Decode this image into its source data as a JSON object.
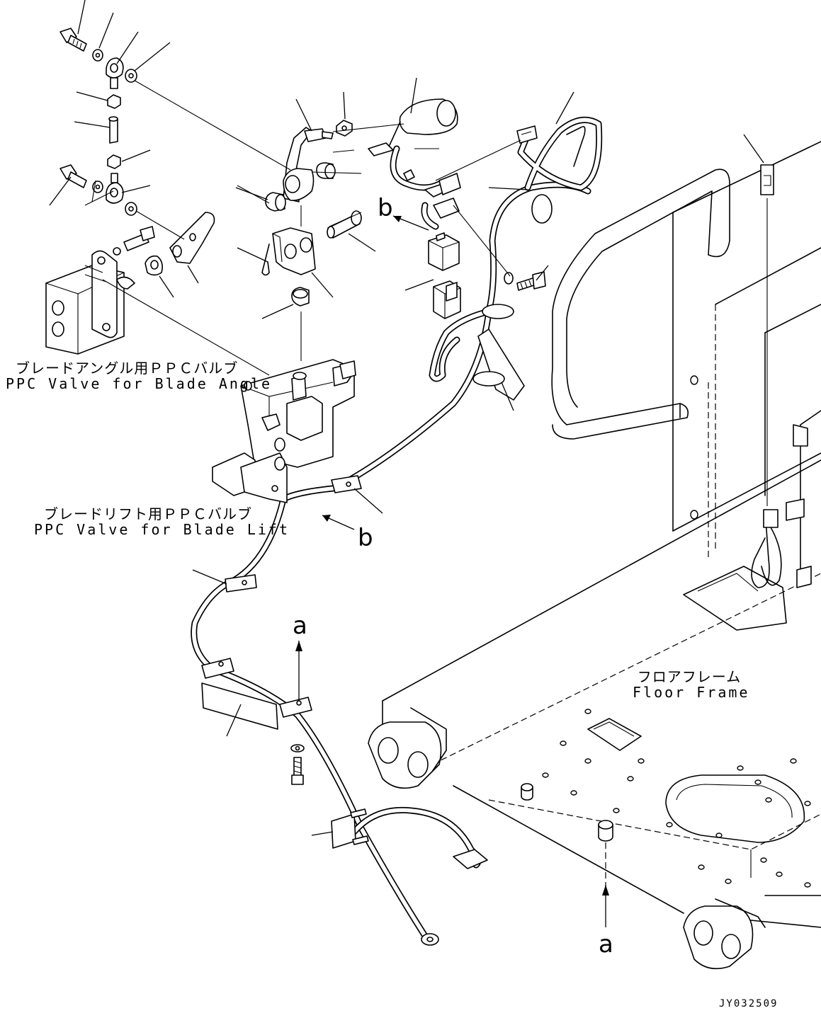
{
  "labels": {
    "blade_angle_jp": "ブレードアングル用ＰＰＣバルブ",
    "blade_angle_en": "PPC Valve for Blade Angle",
    "blade_lift_jp": "ブレードリフト用ＰＰＣバルブ",
    "blade_lift_en": "PPC Valve for Blade Lift",
    "floor_frame_jp": "フロアフレーム",
    "floor_frame_en": "Floor Frame"
  },
  "view_markers": {
    "a_top": "a",
    "a_bottom": "a",
    "b_top": "b",
    "b_bottom": "b"
  },
  "drawing_code": "JY032509"
}
